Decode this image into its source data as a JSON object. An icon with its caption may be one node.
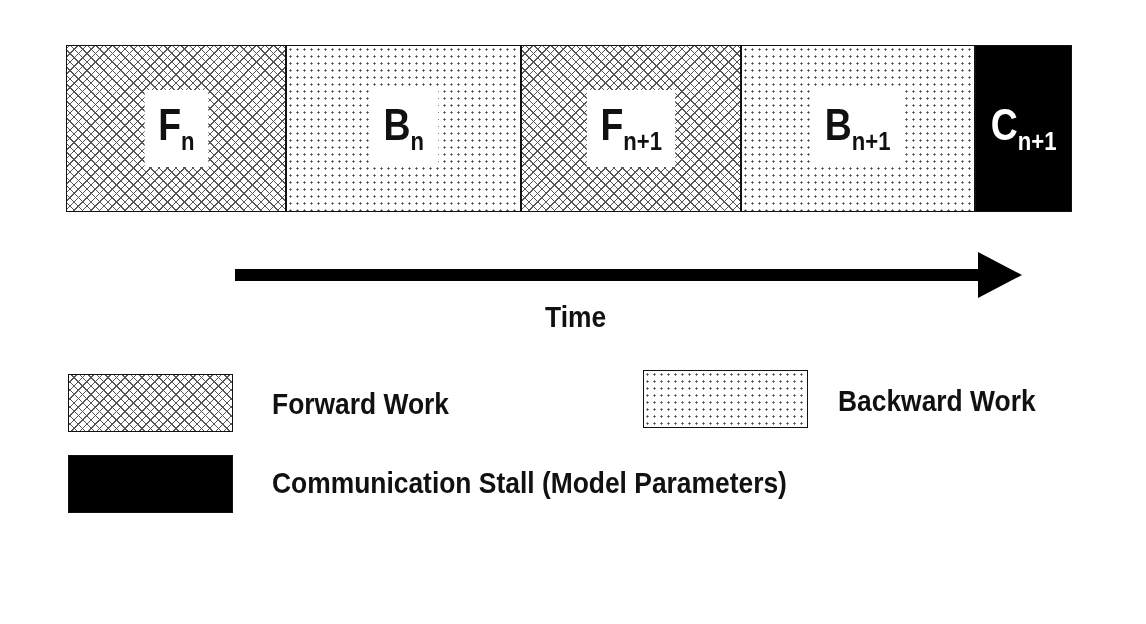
{
  "diagram": {
    "nodes": [
      {
        "text": [
          "F$_{n}$"
        ]
      },
      {
        "text": [
          "B$_{n}$"
        ]
      },
      {
        "text": [
          "F$_{n+1}$"
        ]
      },
      {
        "text": [
          "B$_{n+1}$"
        ]
      },
      {
        "text": [
          "C$_{n+1}$"
        ]
      }
    ],
    "labels": [
      "Time"
    ],
    "legend": [
      {
        "text": "Forward Work"
      },
      {
        "text": "Backward Work"
      },
      {
        "text": "Communication Stall (Model Parameters)",
        "color": "#000000"
      }
    ]
  }
}
